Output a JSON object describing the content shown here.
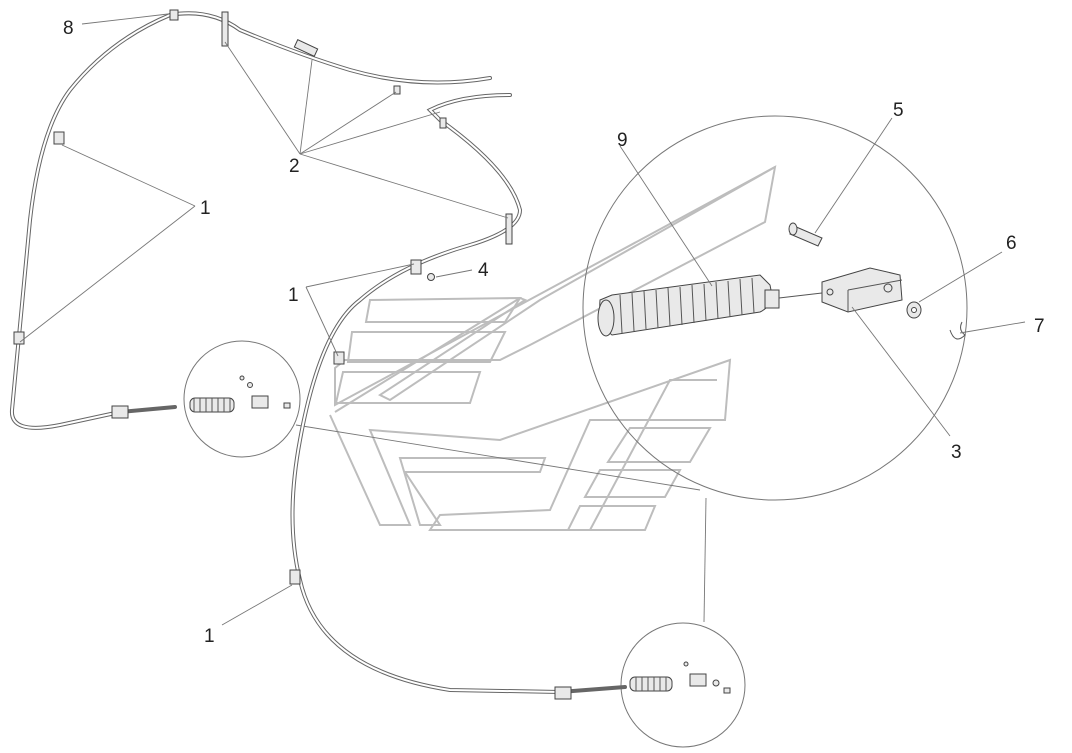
{
  "callouts": [
    {
      "id": "c8",
      "text": "8"
    },
    {
      "id": "c2",
      "text": "2"
    },
    {
      "id": "c1a",
      "text": "1"
    },
    {
      "id": "c9",
      "text": "9"
    },
    {
      "id": "c5",
      "text": "5"
    },
    {
      "id": "c6",
      "text": "6"
    },
    {
      "id": "c4",
      "text": "4"
    },
    {
      "id": "c1b",
      "text": "1"
    },
    {
      "id": "c7",
      "text": "7"
    },
    {
      "id": "c3",
      "text": "3"
    },
    {
      "id": "c1c",
      "text": "1"
    }
  ]
}
